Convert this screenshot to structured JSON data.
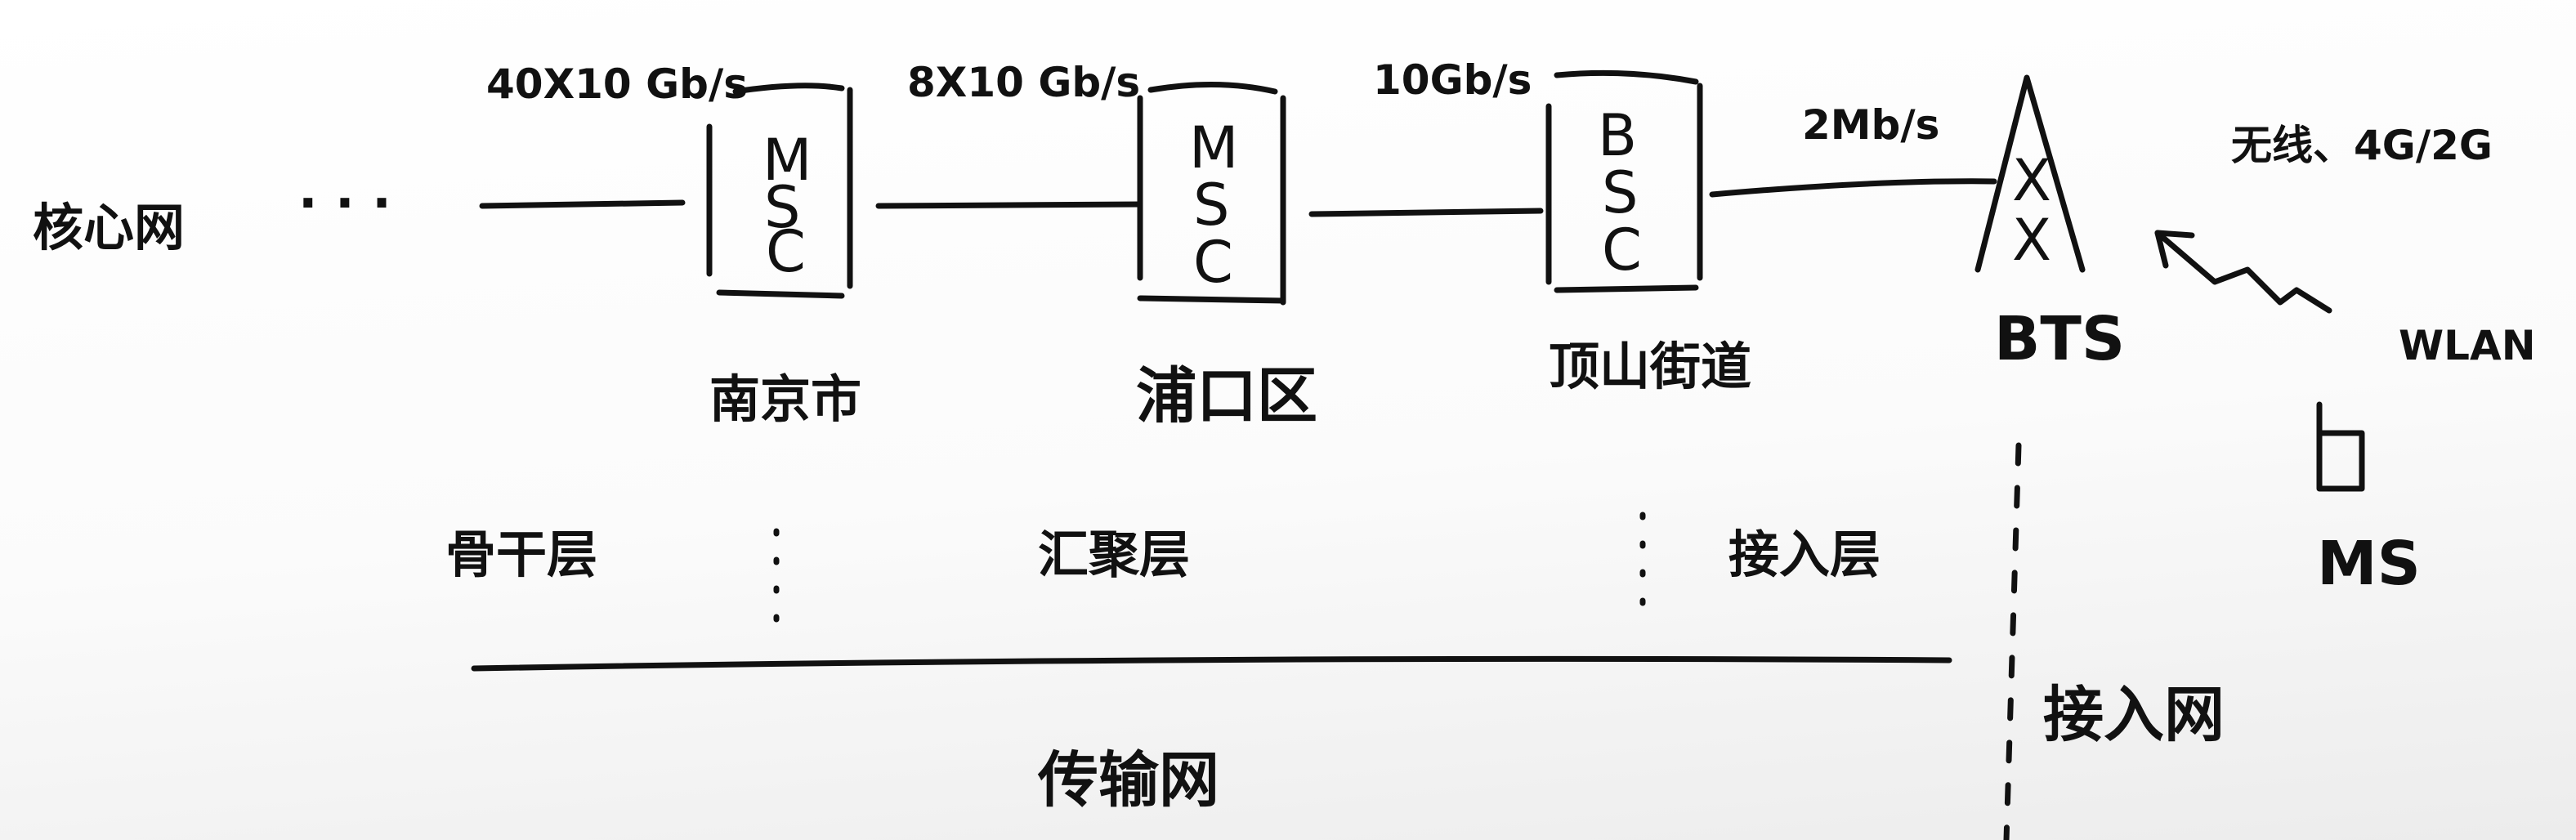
{
  "core_network": "核心网",
  "ellipsis": "· · ·",
  "links": {
    "core_to_msc1": "40X10 Gb/s",
    "msc1_to_msc2": "8X10 Gb/s",
    "msc2_to_bsc": "10Gb/s",
    "bsc_to_bts": "2Mb/s"
  },
  "nodes": {
    "msc1": {
      "letters": [
        "M",
        "S",
        "C"
      ],
      "location": "南京市"
    },
    "msc2": {
      "letters": [
        "M",
        "S",
        "C"
      ],
      "location": "浦口区"
    },
    "bsc": {
      "letters": [
        "B",
        "S",
        "C"
      ],
      "location": "顶山街道"
    },
    "bts": {
      "label": "BTS"
    }
  },
  "wireless": {
    "label": "无线、4G/2G",
    "wlan": "WLAN",
    "ms": "MS"
  },
  "layers": {
    "backbone": "骨干层",
    "aggregation": "汇聚层",
    "access": "接入层"
  },
  "networks": {
    "transport": "传输网",
    "access": "接入网"
  }
}
